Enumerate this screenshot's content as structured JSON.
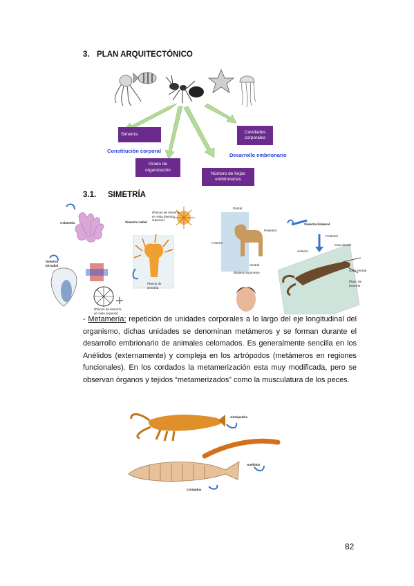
{
  "section3": {
    "number": "3.",
    "title": "PLAN ARQUITECTÓNICO"
  },
  "diagram": {
    "boxes": {
      "simetria": "Simetría",
      "cavidades": "Cavidades corporales",
      "grado": "Grado de organización",
      "hojas": "Número de hojas embrionarias"
    },
    "group_labels": {
      "constitucion": "Constitución corporal",
      "desarrollo": "Desarrollo embrionario"
    }
  },
  "section31": {
    "number": "3.1.",
    "title": "SIMETRÍA"
  },
  "figure_labels": {
    "asimetria": "Asimetría",
    "simetria_radial": "Simetría radial",
    "planos_radial_top": "(Planos de simetría en vista lateral y superior)",
    "planos_simetria": "Planos de simetría",
    "simetria_birradial": "Simetría birradial",
    "planos_birradial": "(Planos de simetría en vista superior)",
    "dorsal": "Dorsal",
    "posterior_goat": "Posterior",
    "anterior_goat": "Anterior",
    "ventral": "Ventral",
    "bilateral_symmetry": "Bilateral symmetry",
    "simetria_bilateral": "Simetría bilateral",
    "posterior": "Posterior",
    "anterior": "Anterior",
    "cara_dorsal": "Cara dorsal",
    "cara_ventral": "Cara ventral",
    "plano_simetria": "Plano de simetría"
  },
  "paragraph": {
    "prefix": "- ",
    "term": "Metamería:",
    "text": " repetición de unidades corporales a lo largo del eje longitudinal del organismo, dichas unidades se denominan metámeros y se forman durante el desarrollo embrionario de animales celomados. Es generalmente sencilla en los Anélidos (externamente) y compleja en los artrópodos (metámeros en regiones funcionales). En los cordados la metamerización esta muy modificada, pero se observan órganos y tejidos “metamerizados” como la musculatura de los peces."
  },
  "metameria_labels": {
    "artropodos": "Artrópodos",
    "anelidos": "Anélidos",
    "cordados": "Cordados"
  },
  "page_number": "82",
  "colors": {
    "box": "#6a2a8e",
    "arrow": "#b5d99a",
    "blue_label": "#2b3fd6"
  }
}
